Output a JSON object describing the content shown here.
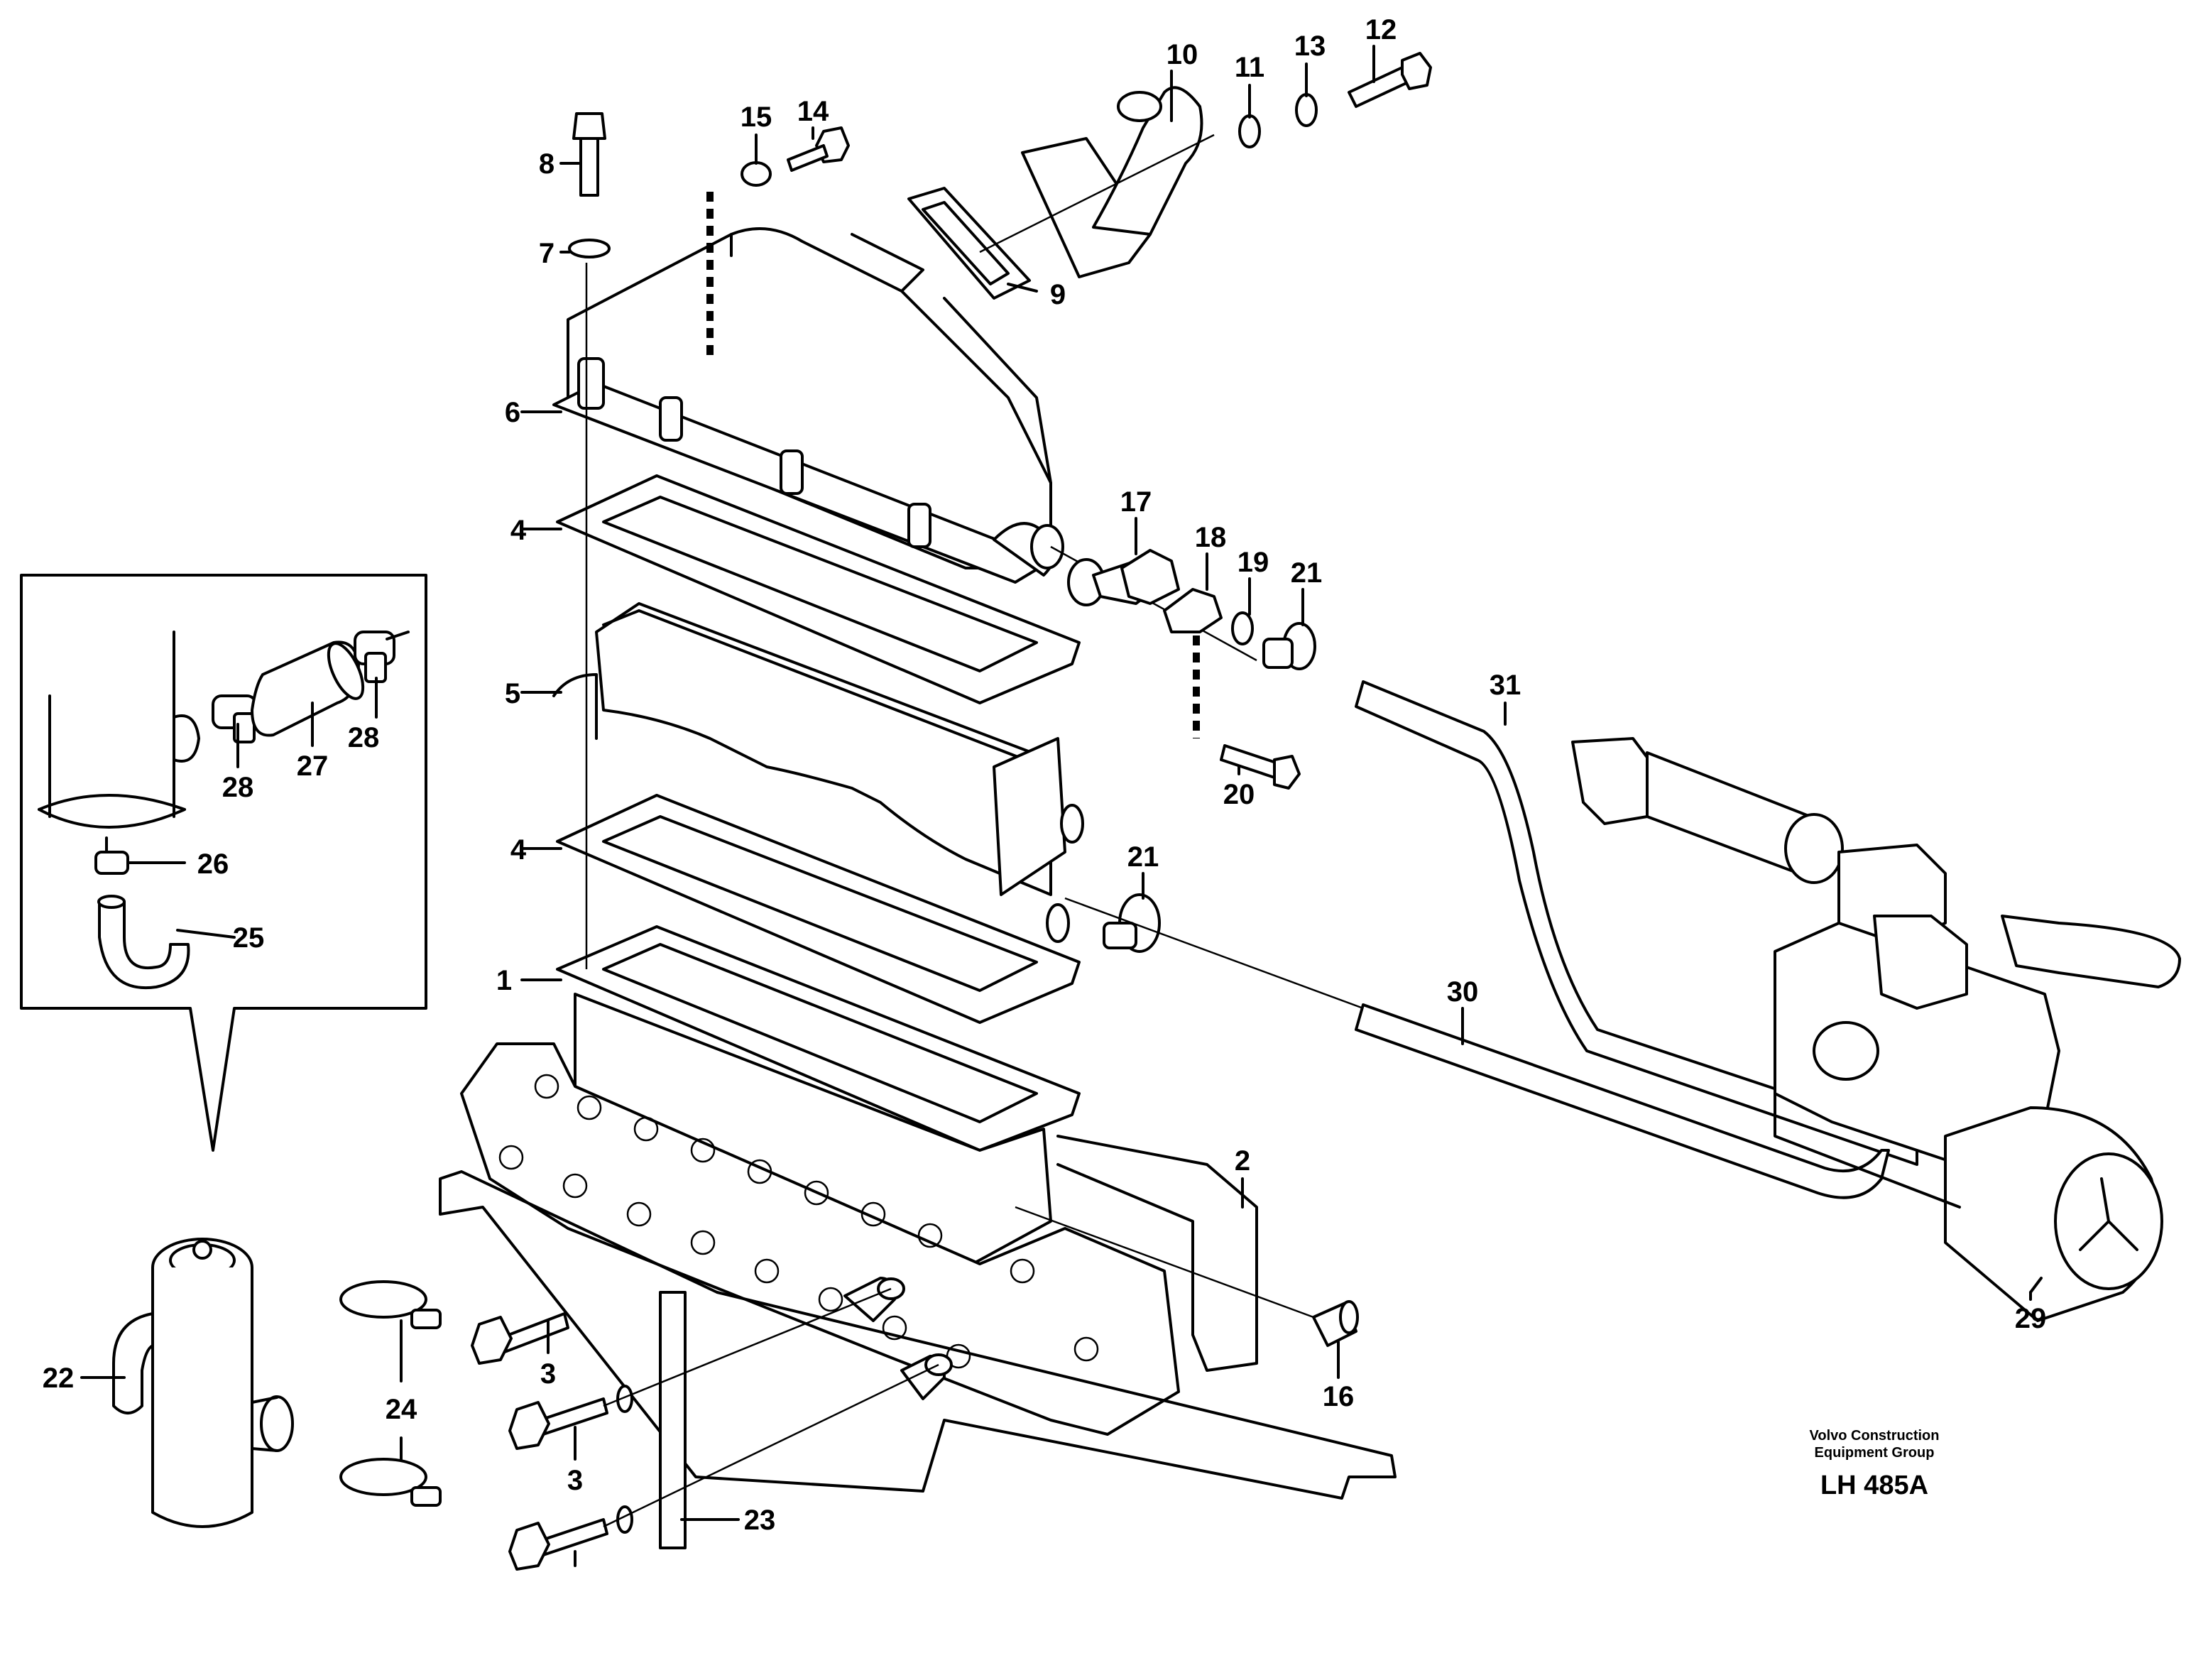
{
  "labels": {
    "l1": "1",
    "l2": "2",
    "l3a": "3",
    "l3b": "3",
    "l4a": "4",
    "l4b": "4",
    "l5": "5",
    "l6": "6",
    "l7": "7",
    "l8": "8",
    "l9": "9",
    "l10": "10",
    "l11": "11",
    "l12": "12",
    "l13": "13",
    "l14": "14",
    "l15": "15",
    "l16": "16",
    "l17": "17",
    "l18": "18",
    "l19": "19",
    "l20": "20",
    "l21a": "21",
    "l21b": "21",
    "l22": "22",
    "l23": "23",
    "l24": "24",
    "l25": "25",
    "l26": "26",
    "l27": "27",
    "l28a": "28",
    "l28b": "28",
    "l29": "29",
    "l30": "30",
    "l31": "31"
  },
  "brand": {
    "line1": "Volvo Construction",
    "line2": "Equipment Group",
    "code": "LH 485A"
  }
}
